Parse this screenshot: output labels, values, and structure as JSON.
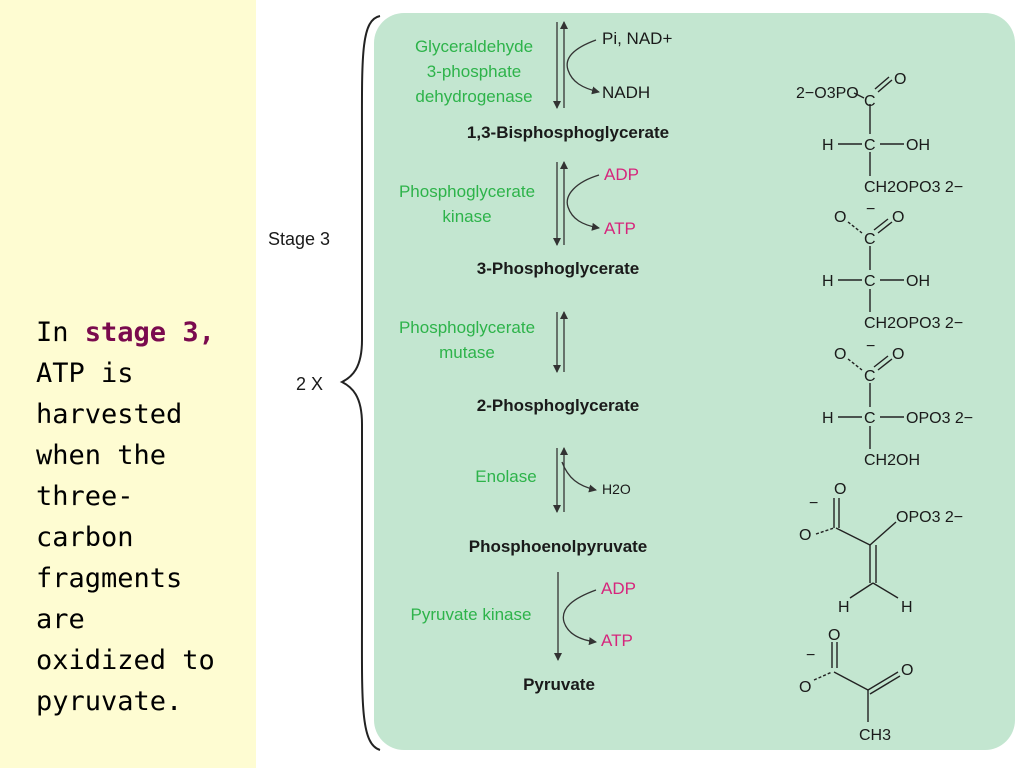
{
  "caption": {
    "prefix": "In ",
    "highlight": "stage 3,",
    "lines": [
      "ATP is",
      "harvested",
      "when the",
      "three-",
      "carbon",
      "fragments",
      "are",
      "oxidized to",
      "pyruvate."
    ]
  },
  "colors": {
    "left_background": "#fefcd2",
    "panel_background": "#c3e6d0",
    "enzyme_text": "#2db34a",
    "cofactor_text": "#d6257c",
    "highlight_text": "#7a0a4e"
  },
  "diagram": {
    "stage_label": "Stage 3",
    "multiplier_label": "2 X",
    "steps": [
      {
        "enzyme_lines": [
          "Glyceraldehyde",
          "3-phosphate",
          "dehydrogenase"
        ],
        "reactant_in": "Pi, NAD+",
        "product_out": "NADH",
        "product": "1,3-Bisphosphoglycerate",
        "reversible": true
      },
      {
        "enzyme_lines": [
          "Phosphoglycerate",
          "kinase"
        ],
        "reactant_in": "ADP",
        "product_out": "ATP",
        "product": "3-Phosphoglycerate",
        "reversible": true
      },
      {
        "enzyme_lines": [
          "Phosphoglycerate",
          "mutase"
        ],
        "product": "2-Phosphoglycerate",
        "reversible": true
      },
      {
        "enzyme_lines": [
          "Enolase"
        ],
        "product_out": "H2O",
        "product": "Phosphoenolpyruvate",
        "reversible": true
      },
      {
        "enzyme_lines": [
          "Pyruvate kinase"
        ],
        "reactant_in": "ADP",
        "product_out": "ATP",
        "product": "Pyruvate",
        "reversible": false
      }
    ],
    "structure_labels": {
      "s1": {
        "left_group": "2−O3PO",
        "top_o": "O",
        "c1": "C",
        "h": "H",
        "c2": "C",
        "oh": "OH",
        "ch2": "CH2OPO3 2−"
      },
      "s2": {
        "o_left": "O",
        "charge": "−",
        "o_right": "O",
        "c1": "C",
        "h": "H",
        "c2": "C",
        "oh": "OH",
        "ch2": "CH2OPO3 2−"
      },
      "s3": {
        "o_left": "O",
        "charge": "−",
        "o_right": "O",
        "c1": "C",
        "h": "H",
        "c2": "C",
        "opo3": "OPO3 2−",
        "ch2": "CH2OH"
      },
      "s4": {
        "charge": "−",
        "o_top": "O",
        "o_left": "O",
        "opo3": "OPO3 2−",
        "h_left": "H",
        "h_right": "H"
      },
      "s5": {
        "o_top": "O",
        "charge": "−",
        "o_left": "O",
        "o_right": "O",
        "ch3": "CH3"
      }
    }
  }
}
